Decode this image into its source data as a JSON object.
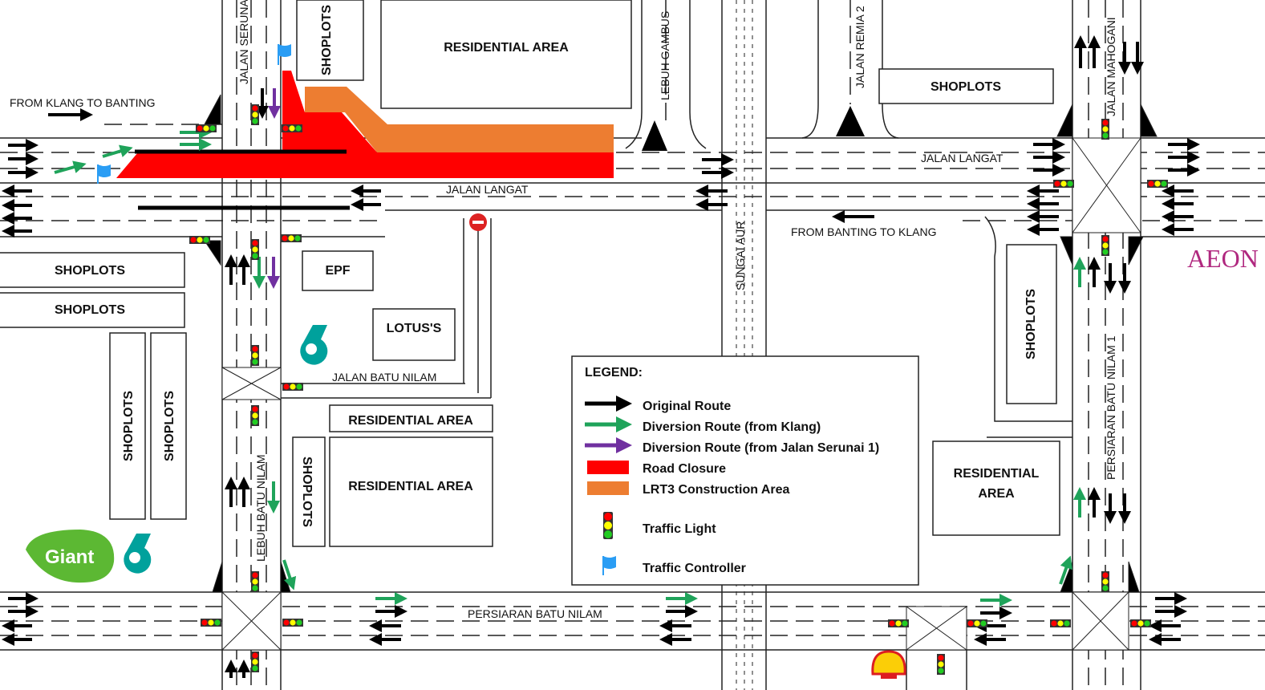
{
  "title": "Jalan Langat Traffic Diversion Plan",
  "roads": {
    "jalan_langat_west": "JALAN LANGAT",
    "jalan_langat_east": "JALAN LANGAT",
    "jalan_serunai": "JALAN SERUNAI",
    "lebuh_gambus": "LEBUH GAMBUS",
    "jalan_remia": "JALAN REMIA 2",
    "jalan_mahogani": "JALAN MAHOGANI",
    "sungai_aur": "SUNGAI AUR",
    "jalan_batu_nilam": "JALAN BATU NILAM",
    "lebuh_batu_nilam": "LEBUH BATU NILAM",
    "persiaran_batu_nilam": "PERSIARAN BATU NILAM",
    "persiaran_batu_nilam_1": "PERSIARAN BATU NILAM 1"
  },
  "directions": {
    "klang_to_banting": "FROM KLANG TO BANTING",
    "banting_to_klang": "FROM BANTING TO KLANG"
  },
  "buildings": {
    "shoplots_top": "SHOPLOTS",
    "residential_top": "RESIDENTIAL AREA",
    "shoplots_top_right": "SHOPLOTS",
    "shoplots_left_1": "SHOPLOTS",
    "shoplots_left_2": "SHOPLOTS",
    "shoplots_left_v1": "SHOPLOTS",
    "shoplots_left_v2": "SHOPLOTS",
    "epf": "EPF",
    "lotus": "LOTUS'S",
    "residential_mid": "RESIDENTIAL AREA",
    "residential_mid_2": "RESIDENTIAL AREA",
    "shoplots_mid_v": "SHOPLOTS",
    "shoplots_right_v": "SHOPLOTS",
    "residential_right_1": "RESIDENTIAL",
    "residential_right_2": "AREA"
  },
  "brands": {
    "giant": "Giant",
    "aeon": "AEON"
  },
  "legend": {
    "title": "LEGEND:",
    "items": [
      {
        "label": "Original Route",
        "color": "#000000"
      },
      {
        "label": "Diversion Route (from Klang)",
        "color": "#1fa35a"
      },
      {
        "label": "Diversion Route (from Jalan Serunai 1)",
        "color": "#7030a0"
      },
      {
        "label": "Road Closure",
        "color": "#ff0000"
      },
      {
        "label": "LRT3 Construction Area",
        "color": "#ed7d31"
      },
      {
        "label": "Traffic Light",
        "color": "#22cc22"
      },
      {
        "label": "Traffic Controller",
        "color": "#2a9df4"
      }
    ]
  }
}
